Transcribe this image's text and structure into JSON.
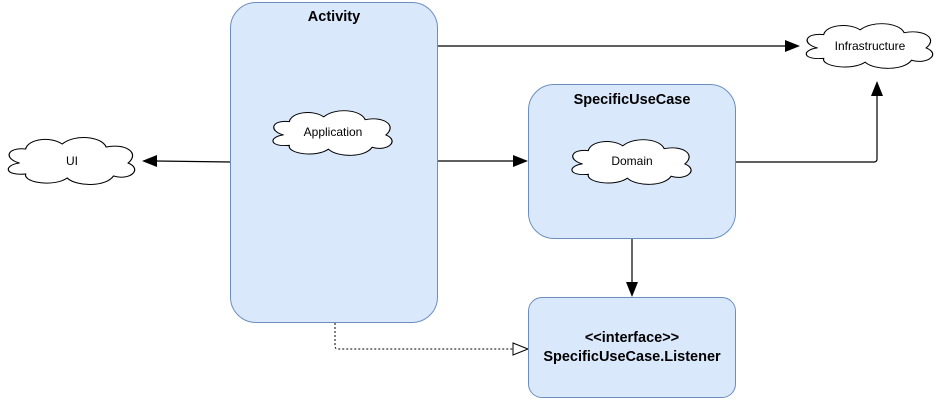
{
  "diagram": {
    "boxes": {
      "activity": {
        "title": "Activity"
      },
      "specific_use_case": {
        "title": "SpecificUseCase"
      },
      "listener": {
        "stereotype": "<<interface>>",
        "title": "SpecificUseCase.Listener"
      }
    },
    "clouds": {
      "ui": "UI",
      "application": "Application",
      "domain": "Domain",
      "infrastructure": "Infrastructure"
    }
  },
  "colors": {
    "box_fill": "#dae8fc",
    "box_stroke": "#6c8ebf",
    "edge": "#000000",
    "cloud_fill": "#ffffff"
  }
}
